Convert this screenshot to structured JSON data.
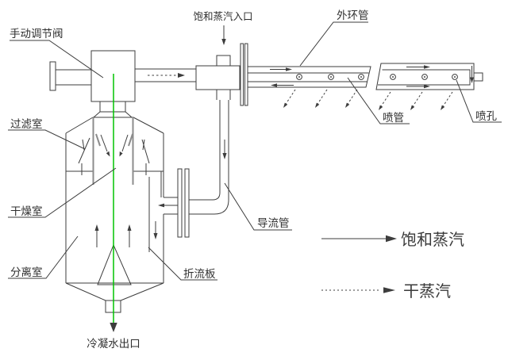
{
  "labels": {
    "manual_valve": "手动调节阀",
    "saturated_steam_inlet": "饱和蒸汽入口",
    "outer_ring_pipe": "外环管",
    "spray_pipe": "喷管",
    "spray_hole": "喷孔",
    "filter_chamber": "过滤室",
    "drying_chamber": "干燥室",
    "separation_chamber": "分离室",
    "baffle_plate": "折流板",
    "flow_guide_pipe": "导流管",
    "condensate_outlet": "冷凝水出口"
  },
  "legend": {
    "saturated_steam": {
      "label": "饱和蒸汽",
      "line_style": "solid"
    },
    "dry_steam": {
      "label": "干蒸汽",
      "line_style": "dotted"
    }
  },
  "colors": {
    "line": "#3d3d3d",
    "centerline_green": "#00c400",
    "background": "#ffffff"
  }
}
